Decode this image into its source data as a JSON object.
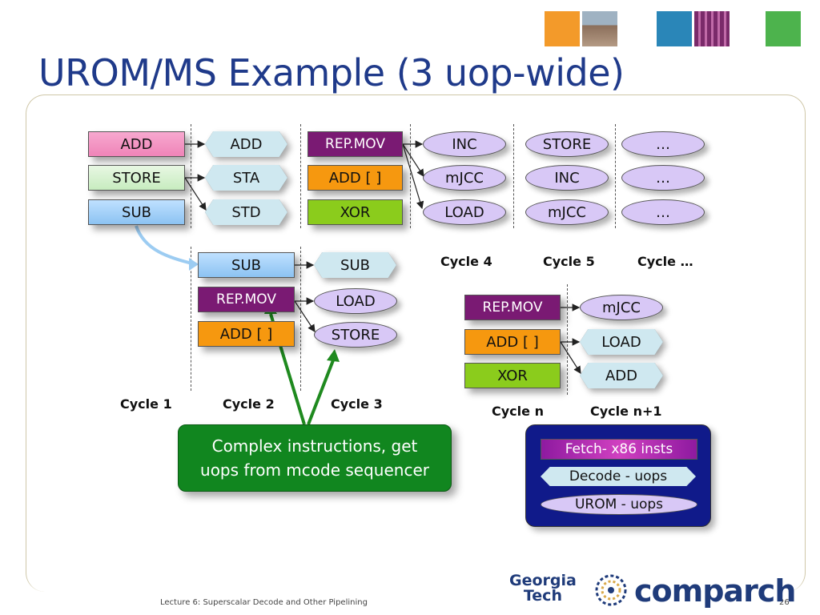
{
  "slide": {
    "title": "UROM/MS Example (3 uop-wide)",
    "footer": "Lecture 6: Superscalar Decode and Other Pipelining",
    "page_number": "26"
  },
  "cycle1": {
    "insts": [
      "ADD",
      "STORE",
      "SUB"
    ],
    "uops": [
      "ADD",
      "STA",
      "STD"
    ]
  },
  "cycle2": {
    "insts": [
      "REP.MOV",
      "ADD [ ]",
      "XOR"
    ],
    "uops": [
      "INC",
      "mJCC",
      "LOAD"
    ]
  },
  "col5": [
    "STORE",
    "INC",
    "mJCC"
  ],
  "col6": [
    "…",
    "…",
    "…"
  ],
  "cycle2b": {
    "insts": [
      "SUB",
      "REP.MOV",
      "ADD [ ]"
    ],
    "uops": [
      "SUB",
      "LOAD",
      "STORE"
    ]
  },
  "cycle_n": {
    "insts": [
      "REP.MOV",
      "ADD [ ]",
      "XOR"
    ],
    "uops": [
      "mJCC",
      "LOAD",
      "ADD"
    ]
  },
  "cycles": {
    "c1": "Cycle 1",
    "c2": "Cycle 2",
    "c3": "Cycle 3",
    "c4": "Cycle 4",
    "c5": "Cycle 5",
    "c6": "Cycle …",
    "cn": "Cycle n",
    "cn1": "Cycle n+1"
  },
  "callout": {
    "line1": "Complex instructions, get",
    "line2": "uops from mcode sequencer"
  },
  "legend": {
    "fetch": "Fetch- x86 insts",
    "decode": "Decode - uops",
    "urom": "UROM - uops"
  },
  "logos": {
    "gt_line1": "Georgia",
    "gt_line2": "Tech",
    "comparch": "comparch"
  },
  "colors": {
    "title": "#1f3a8a",
    "add": "#ef84b8",
    "store": "#c7ecbf",
    "sub": "#8cc3f2",
    "rep_mov": "#7a1a73",
    "add_mem": "#f6980f",
    "xor": "#8bcc1c",
    "uop_hex": "#cfe8f0",
    "uop_oval": "#d8c8f6",
    "callout": "#11861f",
    "legend_bg": "#101a8a"
  }
}
